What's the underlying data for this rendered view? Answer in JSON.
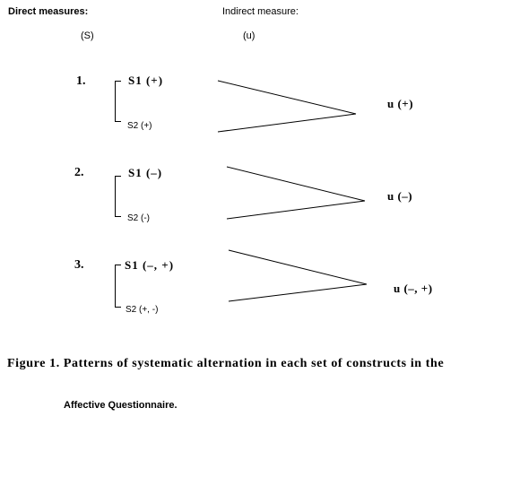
{
  "header": {
    "direct_label": "Direct measures:",
    "indirect_label": "Indirect measure:",
    "direct_symbol": "(S)",
    "indirect_symbol": "(u)"
  },
  "patterns": [
    {
      "number": "1.",
      "s1": "S1 (+)",
      "s2": "S2 (+)",
      "u": "u (+)"
    },
    {
      "number": "2.",
      "s1": "S1 (–)",
      "s2": "S2 (-)",
      "u": "u (–)"
    },
    {
      "number": "3.",
      "s1": "S1 (–, +)",
      "s2": "S2 (+, -)",
      "u": "u (–, +)"
    }
  ],
  "caption": {
    "text": "Figure 1.  Patterns of systematic alternation in each set of constructs in the",
    "questionnaire": "Affective Questionnaire."
  }
}
